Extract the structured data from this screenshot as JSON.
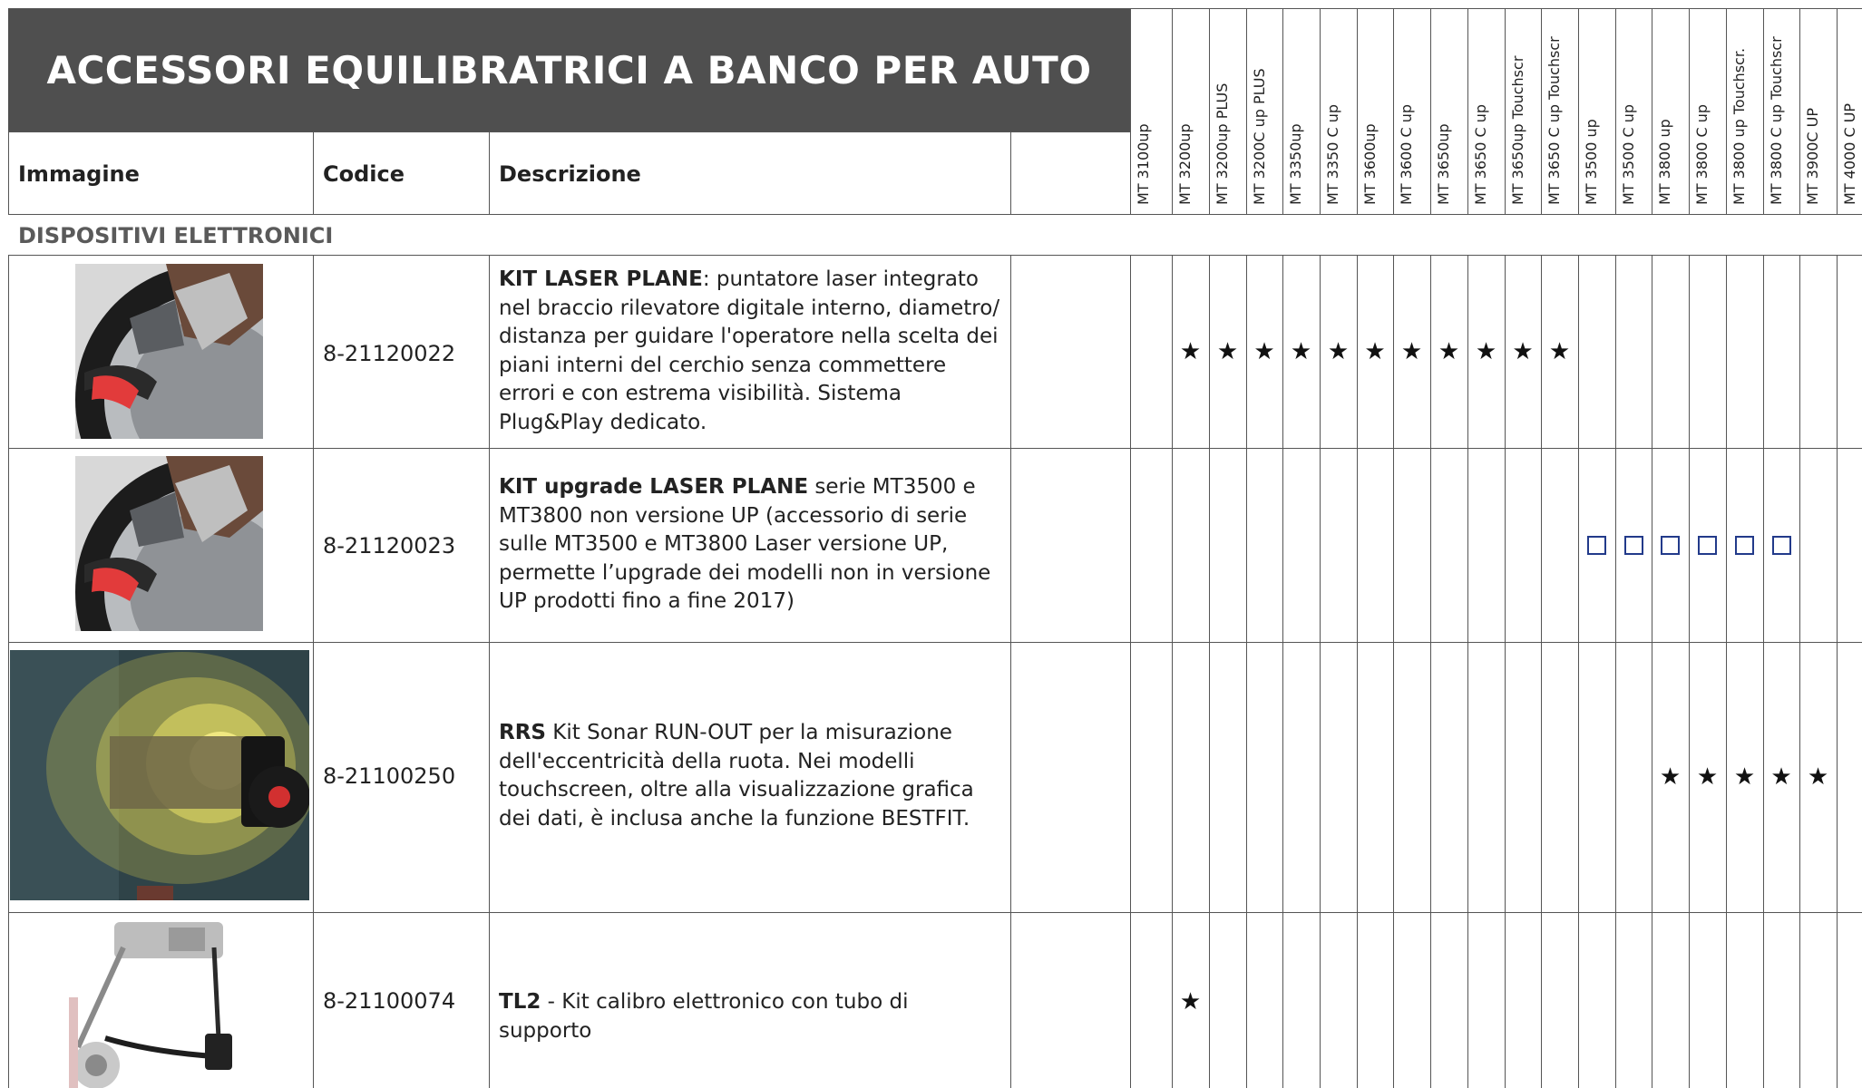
{
  "title": "ACCESSORI EQUILIBRATRICI A BANCO PER AUTO",
  "headers": {
    "image": "Immagine",
    "code": "Codice",
    "description": "Descrizione"
  },
  "section": "DISPOSITIVI ELETTRONICI",
  "models": [
    "MT 3100up",
    "MT 3200up",
    "MT 3200up PLUS",
    "MT 3200C up PLUS",
    "MT 3350up",
    "MT 3350 C up",
    "MT 3600up",
    "MT 3600 C up",
    "MT 3650up",
    "MT 3650 C up",
    "MT 3650up Touchscr",
    "MT 3650 C up Touchscr",
    "MT 3500 up",
    "MT 3500 C up",
    "MT 3800 up",
    "MT 3800 C up",
    "MT 3800 up Touchscr.",
    "MT 3800 C up Touchscr",
    "MT 3900C UP",
    "MT 4000 C UP"
  ],
  "legend": {
    "star": "★",
    "box": "□"
  },
  "rows": [
    {
      "code": "8-21120022",
      "desc_bold": "KIT LASER PLANE",
      "desc_rest": ": puntatore laser integrato nel braccio rilevatore digitale interno, diametro/ distanza per guidare l'operatore nella scelta dei piani interni del cerchio senza commettere errori e con estrema visibilità. Sistema Plug&Play dedicato.",
      "image": "laser-plane-wheel-image",
      "marks": [
        "",
        "star",
        "star",
        "star",
        "star",
        "star",
        "star",
        "star",
        "star",
        "star",
        "star",
        "star",
        "",
        "",
        "",
        "",
        "",
        "",
        "",
        ""
      ]
    },
    {
      "code": "8-21120023",
      "desc_bold": "KIT upgrade LASER PLANE",
      "desc_rest": " serie MT3500 e MT3800 non versione UP (accessorio di serie sulle MT3500 e MT3800 Laser versione UP, permette l’upgrade dei modelli non in versione UP prodotti fino a fine 2017)",
      "image": "laser-plane-upgrade-wheel-image",
      "marks": [
        "",
        "",
        "",
        "",
        "",
        "",
        "",
        "",
        "",
        "",
        "",
        "",
        "box",
        "box",
        "box",
        "box",
        "box",
        "box",
        "",
        ""
      ]
    },
    {
      "code": "8-21100250",
      "desc_bold": "RRS",
      "desc_rest": " Kit Sonar RUN-OUT per la misurazione dell'eccentricità della ruota. Nei modelli touchscreen, oltre alla visualizzazione grafica dei dati, è inclusa anche la funzione BESTFIT.",
      "image": "sonar-runout-sensor-image",
      "marks": [
        "",
        "",
        "",
        "",
        "",
        "",
        "",
        "",
        "",
        "",
        "",
        "",
        "",
        "",
        "star",
        "star",
        "star",
        "star",
        "star",
        ""
      ]
    },
    {
      "code": "8-21100074",
      "desc_bold": "TL2",
      "desc_rest": " - Kit calibro elettronico con tubo di supporto",
      "image": "electronic-caliper-image",
      "marks": [
        "",
        "star",
        "",
        "",
        "",
        "",
        "",
        "",
        "",
        "",
        "",
        "",
        "",
        "",
        "",
        "",
        "",
        "",
        "",
        ""
      ]
    }
  ]
}
